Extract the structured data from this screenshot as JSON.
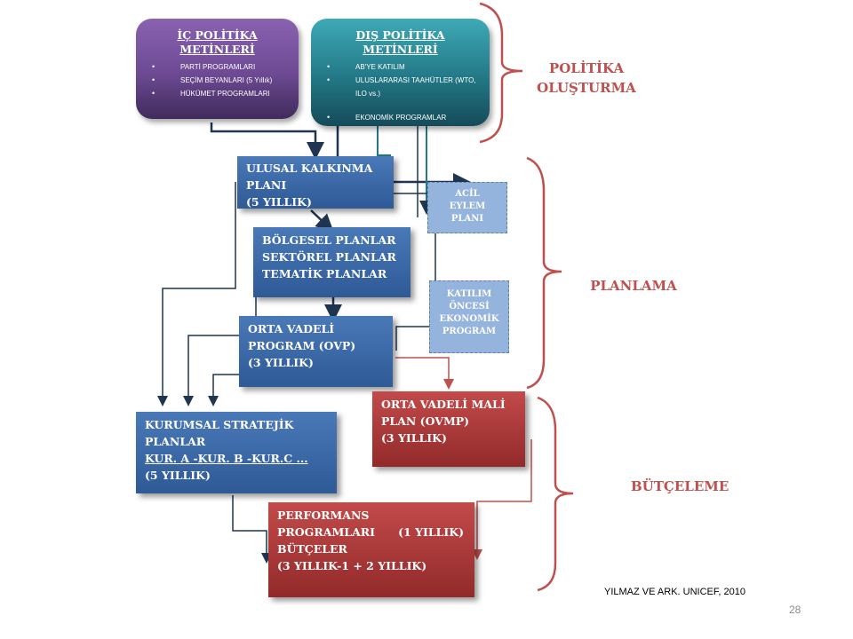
{
  "ic_politika": {
    "title": "İÇ POLİTİKA METİNLERİ",
    "items": [
      "PARTİ PROGRAMLARI",
      "SEÇİM BEYANLARI (5 Yıllık)",
      "HÜKÜMET PROGRAMLARI"
    ]
  },
  "dis_politika": {
    "title": "DIŞ POLİTİKA METİNLERİ",
    "items": [
      "AB'YE KATILIM",
      "ULUSLARARASI TAAHÜTLER (WTO, ILO vs.)",
      "EKONOMİK  PROGRAMLAR"
    ]
  },
  "boxes": {
    "ulusal": [
      "ULUSAL KALKINMA",
      "PLANI",
      "(5 YILLIK)"
    ],
    "bolgesel": [
      "BÖLGESEL PLANLAR",
      "SEKTÖREL PLANLAR",
      "TEMATİK PLANLAR"
    ],
    "ovp": [
      "ORTA VADELİ",
      "PROGRAM (OVP)",
      "(3 YILLIK)"
    ],
    "ovmp": [
      "ORTA VADELİ MALİ",
      "PLAN (OVMP)",
      "(3 YILLIK)"
    ],
    "kurumsal": [
      "KURUMSAL STRATEJİK",
      "PLANLAR",
      "KUR. A -KUR. B -KUR.C  ...",
      "(5 YILLIK)"
    ],
    "performans": [
      "PERFORMANS",
      "PROGRAMLARI      (1 YILLIK)",
      "BÜTÇELER",
      "(3 YILLIK-1 + 2 YILLIK)"
    ],
    "acil": [
      "ACİL",
      "EYLEM",
      "PLANI"
    ],
    "katilim": [
      "KATILIM",
      "ÖNCESİ",
      "EKONOMİK",
      "PROGRAM"
    ]
  },
  "labels": {
    "politika": [
      "POLİTİKA",
      "OLUŞTURMA"
    ],
    "planlama": "PLANLAMA",
    "butceleme": "BÜTÇELEME"
  },
  "credit": "YILMAZ VE ARK. UNICEF, 2010",
  "page_number": "28",
  "colors": {
    "label_red": "#c0504d",
    "box_blue": "#2e5a96",
    "box_red": "#922a2a",
    "purple": "#6d4a93",
    "teal": "#237886"
  }
}
